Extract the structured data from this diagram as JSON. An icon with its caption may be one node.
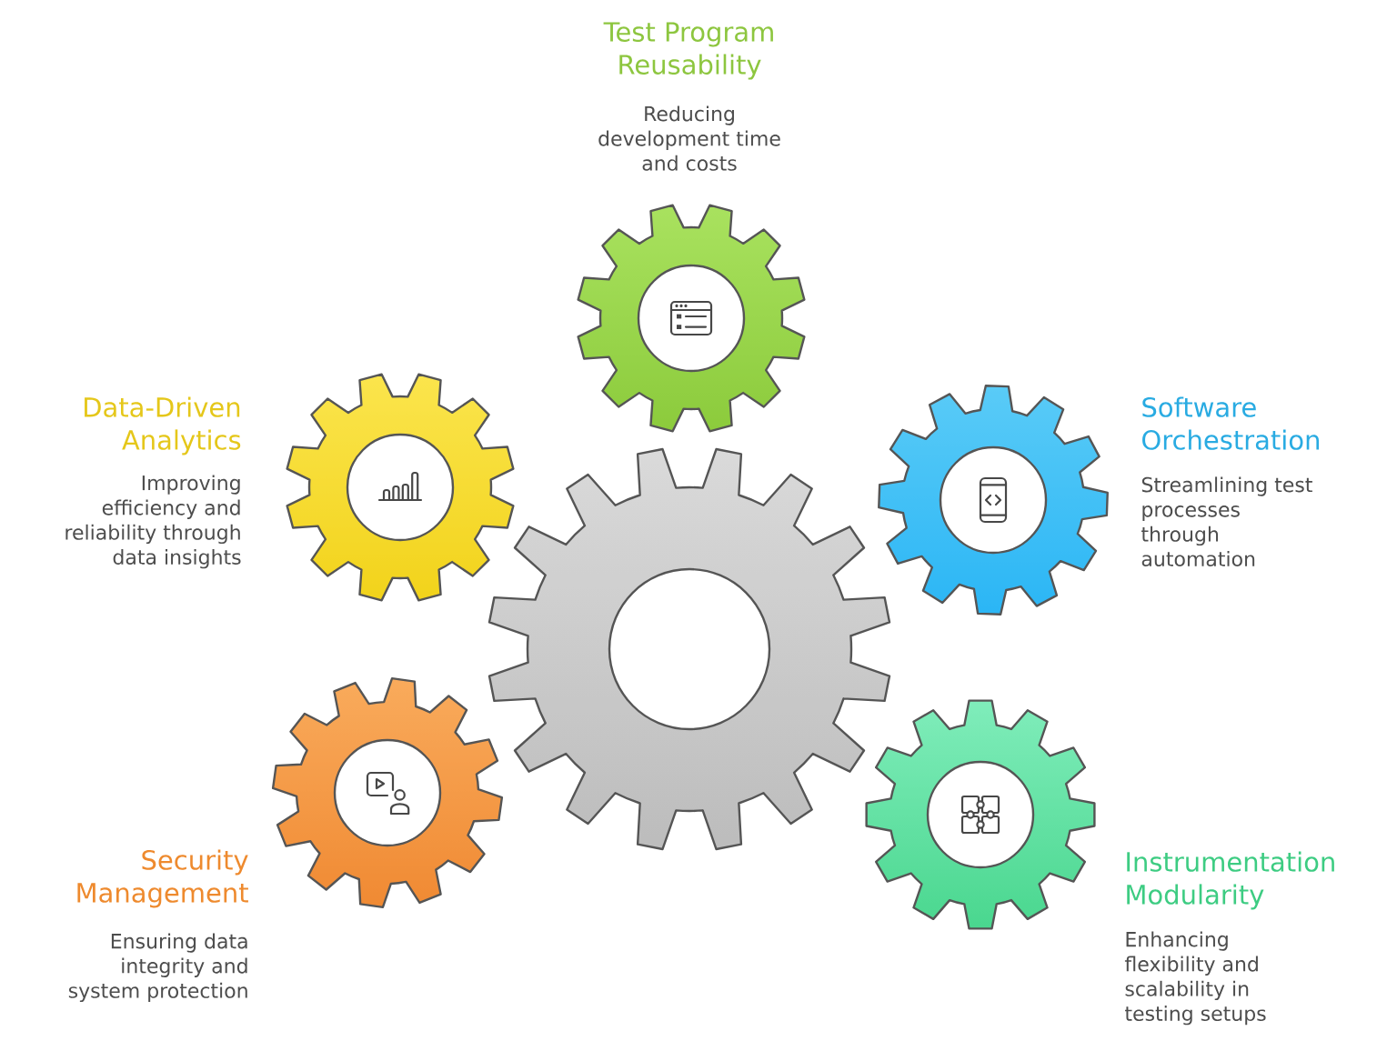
{
  "diagram": {
    "nodes": [
      {
        "text": [],
        "shape": "gear",
        "beside": [
          "Test Program Reusability",
          "Reducing development time and costs"
        ]
      },
      {
        "text": [],
        "shape": "gear",
        "beside": [
          "Data-Driven Analytics",
          "Improving efficiency and reliability through data insights"
        ]
      },
      {
        "text": [],
        "shape": "gear",
        "beside": [
          "Software Orchestration",
          "Streamlining test processes through automation"
        ]
      },
      {
        "text": [],
        "shape": "gear"
      },
      {
        "text": [],
        "shape": "gear",
        "beside": [
          "Security Management",
          "Ensuring data integrity and system protection"
        ]
      },
      {
        "text": [],
        "shape": "gear",
        "beside": [
          "Instrumentation Modularity",
          "Enhancing flexibility and scalability in testing setups"
        ]
      }
    ]
  }
}
